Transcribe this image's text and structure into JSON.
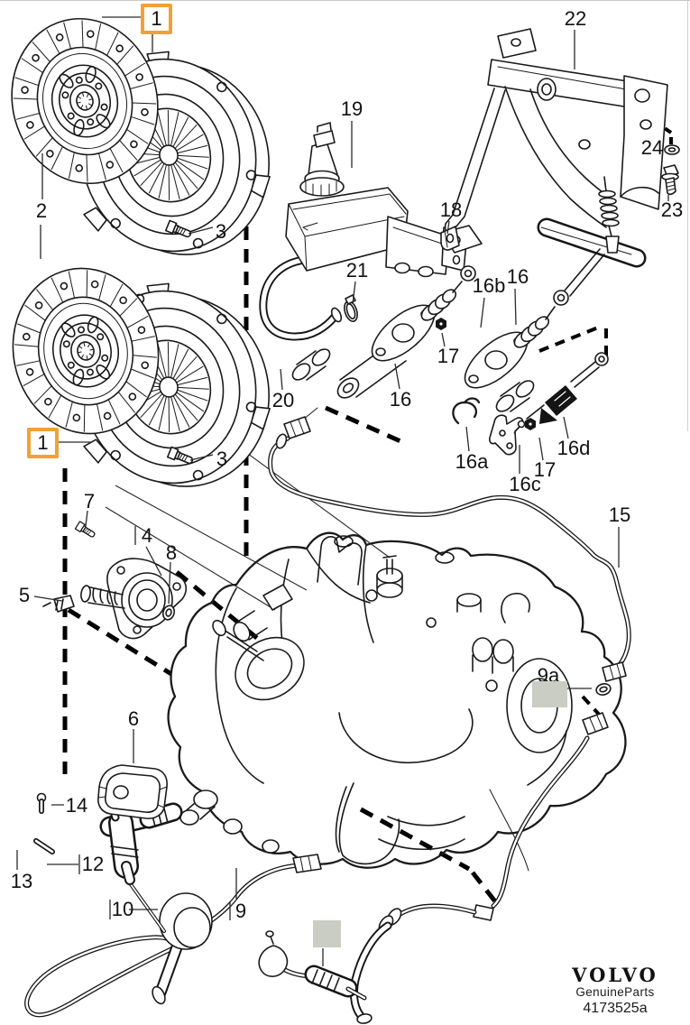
{
  "figure": {
    "type": "exploded-parts-diagram",
    "subject": "clutch and clutch control system",
    "palette": {
      "line": "#1a1a1a",
      "highlight_box": "#F0A137",
      "redaction_fill": "#C9CDC4",
      "background": "#ffffff"
    }
  },
  "highlighted_callouts": [
    "1",
    "1"
  ],
  "callouts": [
    "2",
    "3",
    "3",
    "7",
    "4",
    "8",
    "5",
    "6",
    "14",
    "13",
    "12",
    "10",
    "9",
    "19",
    "21",
    "20",
    "16",
    "17",
    "16b",
    "16",
    "18",
    "22",
    "24",
    "23",
    "16a",
    "16c",
    "17",
    "16d",
    "15",
    "9a"
  ],
  "branding": {
    "brand": "VOLVO",
    "subtitle": "GenuineParts",
    "part_number": "4173525a"
  }
}
